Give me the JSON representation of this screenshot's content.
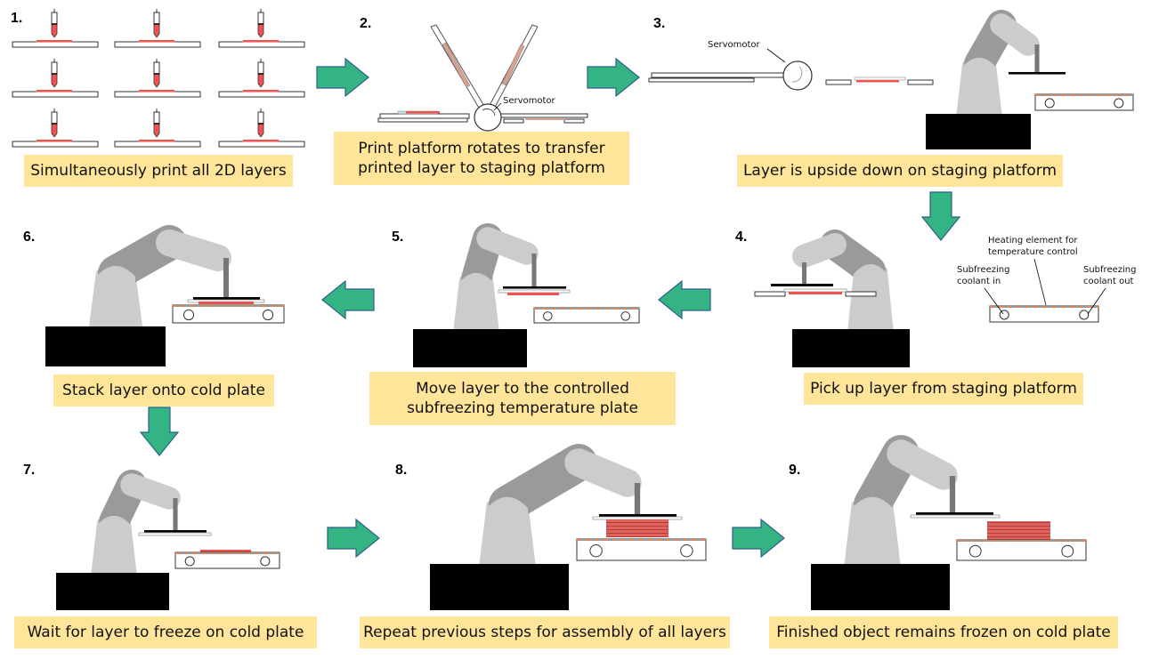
{
  "colors": {
    "caption_bg": "#ffe599",
    "arrow_fill": "#34b483",
    "arrow_stroke": "#2e5f8a",
    "layer_red": "#ef5350",
    "robot_dark": "#9a9a9a",
    "robot_light": "#cccccc",
    "robot_base": "#000000"
  },
  "steps": [
    {
      "number": "1.",
      "caption": "Simultaneously print all 2D layers"
    },
    {
      "number": "2.",
      "caption": "Print platform rotates to transfer printed layer to staging platform"
    },
    {
      "number": "3.",
      "caption": "Layer is upside down on staging platform"
    },
    {
      "number": "4.",
      "caption": "Pick up layer from staging platform"
    },
    {
      "number": "5.",
      "caption": "Move layer to the controlled subfreezing temperature plate"
    },
    {
      "number": "6.",
      "caption": "Stack layer onto cold plate"
    },
    {
      "number": "7.",
      "caption": "Wait for layer to freeze on cold plate"
    },
    {
      "number": "8.",
      "caption": "Repeat previous steps for assembly of all layers"
    },
    {
      "number": "9.",
      "caption": "Finished object remains frozen on cold plate"
    }
  ],
  "labels": {
    "servomotor_step2": "Servomotor",
    "servomotor_step3": "Servomotor",
    "heating_element": "Heating element for temperature control",
    "coolant_in": "Subfreezing coolant in",
    "coolant_out": "Subfreezing coolant out"
  },
  "arrows": [
    {
      "from": "1",
      "to": "2",
      "direction": "right"
    },
    {
      "from": "2",
      "to": "3",
      "direction": "right"
    },
    {
      "from": "3",
      "to": "4",
      "direction": "down"
    },
    {
      "from": "4",
      "to": "5",
      "direction": "left"
    },
    {
      "from": "5",
      "to": "6",
      "direction": "left"
    },
    {
      "from": "6",
      "to": "7",
      "direction": "down"
    },
    {
      "from": "7",
      "to": "8",
      "direction": "right"
    },
    {
      "from": "8",
      "to": "9",
      "direction": "right"
    }
  ]
}
